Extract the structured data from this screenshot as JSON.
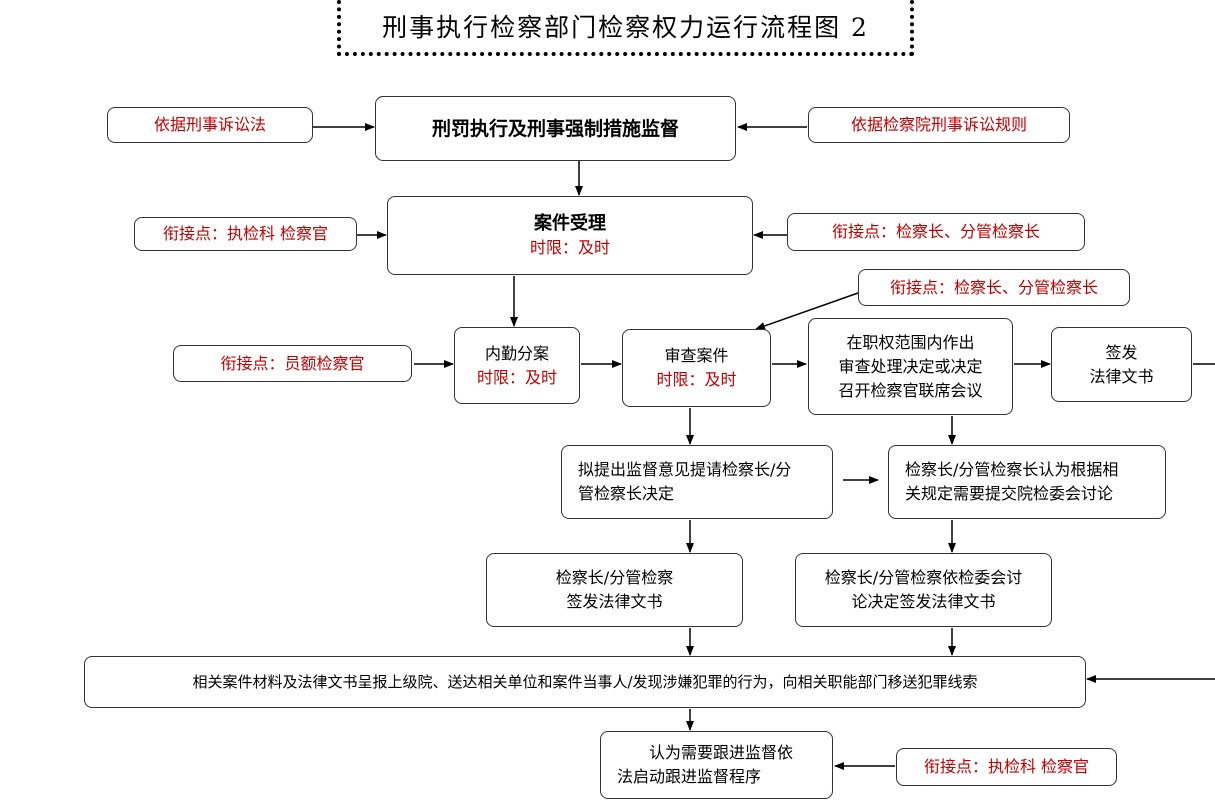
{
  "title": "刑事执行检察部门检察权力运行流程图 2",
  "nodes": {
    "basis_law": "依据刑事诉讼法",
    "main_supervision": "刑罚执行及刑事强制措施监督",
    "basis_rules": "依据检察院刑事诉讼规则",
    "link_executor": "衔接点：执检科 检察官",
    "case_accept": {
      "label": "案件受理",
      "limit": "时限：及时"
    },
    "link_chief_1": "衔接点：检察长、分管检察长",
    "link_chief_2": "衔接点：检察长、分管检察长",
    "link_staff": "衔接点：员额检察官",
    "internal_assign": {
      "label": "内勤分案",
      "limit": "时限：及时"
    },
    "review_case": {
      "label": "审查案件",
      "limit": "时限：及时"
    },
    "decide_within": {
      "line1": "在职权范围内作出",
      "line2": "审查处理决定或决定",
      "line3": "召开检察官联席会议"
    },
    "sign_issue": {
      "line1": "签发",
      "line2": "法律文书"
    },
    "propose_opinion": {
      "line1": "拟提出监督意见提请检察长/分",
      "line2": "管检察长决定"
    },
    "chief_submit": {
      "line1": "检察长/分管检察长认为根据相",
      "line2": "关规定需要提交院检委会讨论"
    },
    "chief_sign": {
      "line1": "检察长/分管检察",
      "line2": "签发法律文书"
    },
    "committee_sign": {
      "line1": "检察长/分管检察依检委会讨",
      "line2": "论决定签发法律文书"
    },
    "materials": "相关案件材料及法律文书呈报上级院、送达相关单位和案件当事人/发现涉嫌犯罪的行为，向相关职能部门移送犯罪线索",
    "follow_up": {
      "line1": "认为需要跟进监督依",
      "line2": "法启动跟进监督程序"
    },
    "link_executor_2": "衔接点：执检科 检察官"
  },
  "colors": {
    "text": "#000000",
    "highlight": "#c00000",
    "border": "#333333"
  }
}
